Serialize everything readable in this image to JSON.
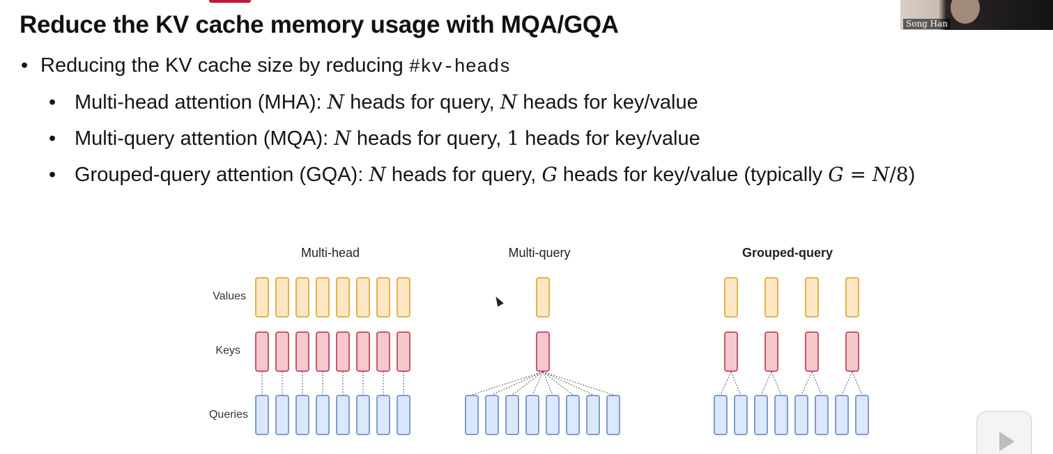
{
  "slide": {
    "title": "Reduce the KV cache memory usage with MQA/GQA",
    "speaker_label": "Song Han",
    "bullets": {
      "main": {
        "text": "Reducing the KV cache size by reducing ",
        "code": "#kv-heads"
      },
      "mha": {
        "label": "Multi-head attention (MHA): ",
        "n1": "N",
        "mid": " heads for query, ",
        "n2": "N",
        "end": " heads for key/value"
      },
      "mqa": {
        "label": "Multi-query attention (MQA): ",
        "n1": "N",
        "mid": " heads for query, ",
        "n2": "1",
        "end": " heads for key/value"
      },
      "gqa": {
        "label": "Grouped-query attention (GQA): ",
        "n1": "N",
        "mid": " heads for query, ",
        "n2": "G",
        "end": " heads for key/value (typically ",
        "formula_g": "G",
        "formula_eq": " = ",
        "formula_n": "N",
        "formula_div": "/8",
        "close": ")"
      }
    }
  },
  "diagram": {
    "row_labels": {
      "values": "Values",
      "keys": "Keys",
      "queries": "Queries"
    },
    "panels": [
      {
        "title": "Multi-head",
        "bold": false,
        "num_queries": 8,
        "num_kv": 8,
        "links": "one-to-one"
      },
      {
        "title": "Multi-query",
        "bold": false,
        "num_queries": 8,
        "num_kv": 1,
        "links": "fan-in"
      },
      {
        "title": "Grouped-query",
        "bold": true,
        "num_queries": 8,
        "num_kv": 4,
        "links": "grouped"
      }
    ],
    "colors": {
      "value_fill": "#fde6c4",
      "value_stroke": "#e3b24a",
      "key_fill": "#f6c8ce",
      "key_stroke": "#c5586a",
      "query_fill": "#dbe7fb",
      "query_stroke": "#7f9ccc",
      "link": "#555555"
    }
  },
  "overlay": {
    "play_icon": "play-icon"
  }
}
